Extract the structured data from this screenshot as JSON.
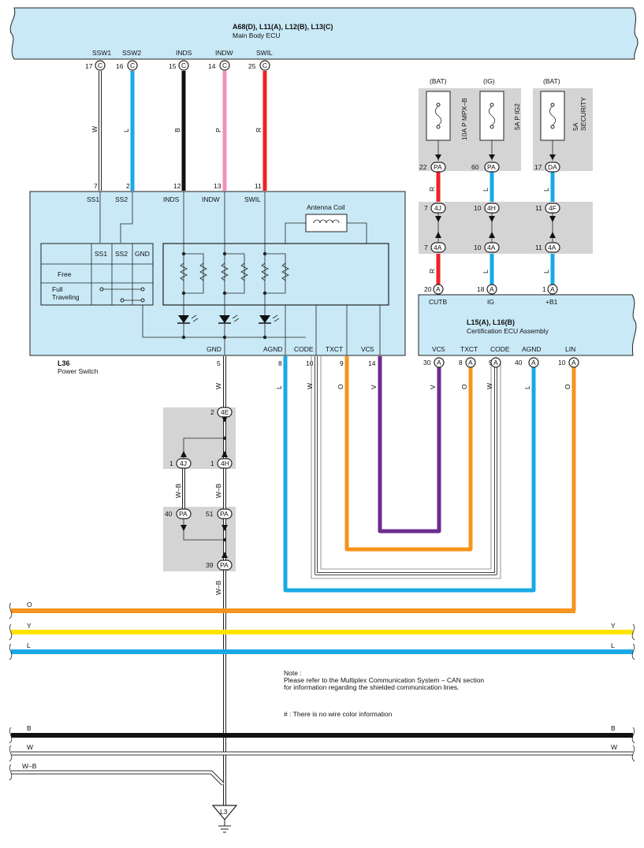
{
  "main_body_ecu": {
    "title": "A68(D), L11(A), L12(B), L13(C)",
    "subtitle": "Main Body ECU",
    "pins": [
      {
        "name": "SSW1",
        "num": "17",
        "conn": "C"
      },
      {
        "name": "SSW2",
        "num": "16",
        "conn": "C"
      },
      {
        "name": "INDS",
        "num": "15",
        "conn": "C"
      },
      {
        "name": "INDW",
        "num": "14",
        "conn": "C"
      },
      {
        "name": "SWIL",
        "num": "25",
        "conn": "C"
      }
    ],
    "wire_colors": [
      "W",
      "L",
      "B",
      "P",
      "R"
    ]
  },
  "power_switch": {
    "code": "L36",
    "name": "Power Switch",
    "top_pin_nums": [
      "7",
      "2",
      "12",
      "13",
      "11"
    ],
    "top_pin_names": [
      "SS1",
      "SS2",
      "INDS",
      "INDW",
      "SWIL"
    ],
    "bottom_pin_names": [
      "GND",
      "AGND",
      "CODE",
      "TXCT",
      "VC5"
    ],
    "bottom_pin_nums": [
      "5",
      "8",
      "10",
      "9",
      "14"
    ],
    "bottom_wire_colors": [
      "W",
      "L",
      "W",
      "O",
      "V"
    ],
    "antenna": "Antenna Coil",
    "table_headers": [
      "SS1",
      "SS2",
      "GND"
    ],
    "table_rows": [
      "Free",
      "Full\nTraveling"
    ],
    "row_free": "Free",
    "row_full_1": "Full",
    "row_full_2": "Traveling"
  },
  "fuses": [
    {
      "source": "(BAT)",
      "label": "10A P MPX–B",
      "pin": "22",
      "conn": "PA",
      "wire": "R"
    },
    {
      "source": "(IG)",
      "label": "5A P IG2",
      "pin": "60",
      "conn": "PA",
      "wire": "L"
    },
    {
      "source": "(BAT)",
      "label_1": "5A",
      "label_2": "SECURITY",
      "pin": "17",
      "conn": "DA",
      "wire": "L"
    }
  ],
  "junction_right": {
    "upper": [
      {
        "num": "7",
        "conn": "4J"
      },
      {
        "num": "10",
        "conn": "4H"
      },
      {
        "num": "11",
        "conn": "4F"
      }
    ],
    "lower": [
      {
        "num": "7",
        "conn": "4A"
      },
      {
        "num": "10",
        "conn": "4A"
      },
      {
        "num": "11",
        "conn": "4A"
      }
    ],
    "lower_wire_colors": [
      "R",
      "L",
      "L"
    ]
  },
  "cert_ecu": {
    "title": "L15(A), L16(B)",
    "subtitle": "Certification ECU Assembly",
    "top_pins": [
      {
        "name": "CUTB",
        "num": "20",
        "conn": "A"
      },
      {
        "name": "IG",
        "num": "18",
        "conn": "A"
      },
      {
        "name": "+B1",
        "num": "1",
        "conn": "A"
      }
    ],
    "bottom_pins": [
      {
        "name": "VC5",
        "num": "30",
        "conn": "A"
      },
      {
        "name": "TXCT",
        "num": "8",
        "conn": "A"
      },
      {
        "name": "CODE",
        "num": "9",
        "conn": "A"
      },
      {
        "name": "AGND",
        "num": "40",
        "conn": "A"
      },
      {
        "name": "LIN",
        "num": "10",
        "conn": "A"
      }
    ],
    "bottom_wire_colors": [
      "V",
      "O",
      "W",
      "L",
      "O"
    ]
  },
  "ground_junctions": {
    "top": {
      "num": "2",
      "conn": "4E"
    },
    "mid_left": {
      "num": "1",
      "conn": "4J"
    },
    "mid_right": {
      "num": "1",
      "conn": "4H"
    },
    "low_left": {
      "num": "40",
      "conn": "PA"
    },
    "low_right": {
      "num": "51",
      "conn": "PA"
    },
    "bottom": {
      "num": "39",
      "conn": "PA"
    },
    "wire_wb": "W–B",
    "ground_label": "L3"
  },
  "bus_lines": [
    {
      "left": "O",
      "right": "",
      "color": "#f7941d"
    },
    {
      "left": "Y",
      "right": "Y",
      "color": "#ffe400"
    },
    {
      "left": "L",
      "right": "L",
      "color": "#19a9e6"
    },
    {
      "left": "B",
      "right": "B",
      "color": "#111111"
    },
    {
      "left": "W",
      "right": "W",
      "color": "#ffffff"
    },
    {
      "left": "W–B",
      "right": "",
      "color": "#ffffff"
    }
  ],
  "note": {
    "line1": "Note :",
    "line2": "Please refer to the Multiplex Communication System – CAN section",
    "line3": "for information regarding the shielded communication lines.",
    "line4": "# : There is no wire color information"
  },
  "colors": {
    "box": "#c9e9f7",
    "blue": "#19a9e6",
    "pink": "#f48fbd",
    "red": "#ee2127",
    "orange": "#f7941d",
    "violet": "#6c2c91",
    "yellow": "#ffe400",
    "black": "#111111"
  }
}
